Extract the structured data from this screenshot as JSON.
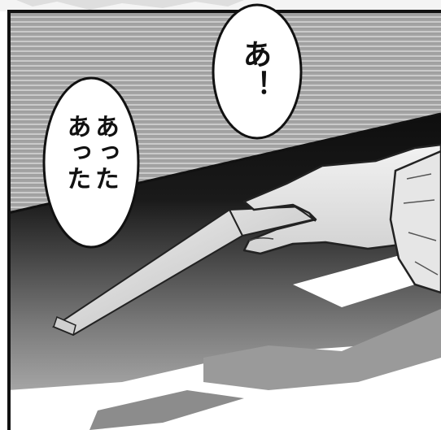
{
  "panel": {
    "bubble_one_text": "あ！",
    "bubble_two_lines": [
      "あった",
      "あった"
    ]
  }
}
